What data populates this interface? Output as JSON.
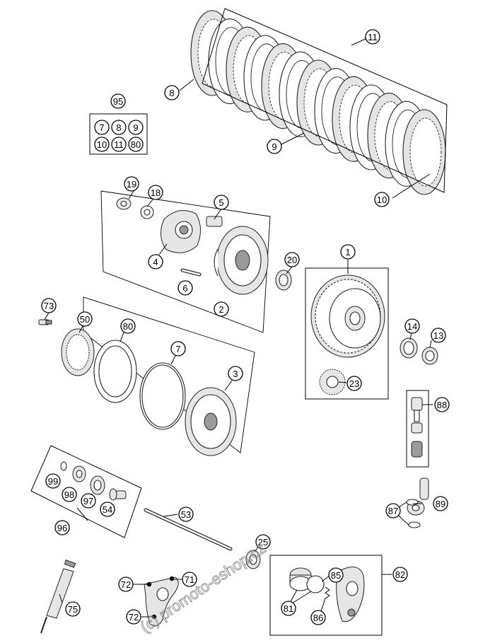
{
  "watermark": "(c) promoto-eshop.cz",
  "callouts": [
    {
      "id": "c1",
      "label": "1"
    },
    {
      "id": "c2",
      "label": "2"
    },
    {
      "id": "c3",
      "label": "3"
    },
    {
      "id": "c4",
      "label": "4"
    },
    {
      "id": "c5",
      "label": "5"
    },
    {
      "id": "c6",
      "label": "6"
    },
    {
      "id": "c7",
      "label": "7"
    },
    {
      "id": "c8",
      "label": "8"
    },
    {
      "id": "c9",
      "label": "9"
    },
    {
      "id": "c10",
      "label": "10"
    },
    {
      "id": "c11",
      "label": "11"
    },
    {
      "id": "c13",
      "label": "13"
    },
    {
      "id": "c14",
      "label": "14"
    },
    {
      "id": "c18",
      "label": "18"
    },
    {
      "id": "c19",
      "label": "19"
    },
    {
      "id": "c20",
      "label": "20"
    },
    {
      "id": "c23",
      "label": "23"
    },
    {
      "id": "c25",
      "label": "25"
    },
    {
      "id": "c50",
      "label": "50"
    },
    {
      "id": "c53",
      "label": "53"
    },
    {
      "id": "c54",
      "label": "54"
    },
    {
      "id": "c71",
      "label": "71"
    },
    {
      "id": "c72a",
      "label": "72"
    },
    {
      "id": "c72b",
      "label": "72"
    },
    {
      "id": "c73",
      "label": "73"
    },
    {
      "id": "c75",
      "label": "75"
    },
    {
      "id": "c80",
      "label": "80"
    },
    {
      "id": "c81",
      "label": "81"
    },
    {
      "id": "c82",
      "label": "82"
    },
    {
      "id": "c85",
      "label": "85"
    },
    {
      "id": "c86",
      "label": "86"
    },
    {
      "id": "c87",
      "label": "87"
    },
    {
      "id": "c88",
      "label": "88"
    },
    {
      "id": "c89",
      "label": "89"
    },
    {
      "id": "c95",
      "label": "95"
    },
    {
      "id": "c96",
      "label": "96"
    },
    {
      "id": "c97",
      "label": "97"
    },
    {
      "id": "c98",
      "label": "98"
    },
    {
      "id": "c99",
      "label": "99"
    }
  ],
  "kit95": [
    "7",
    "8",
    "9",
    "10",
    "11",
    "80"
  ]
}
